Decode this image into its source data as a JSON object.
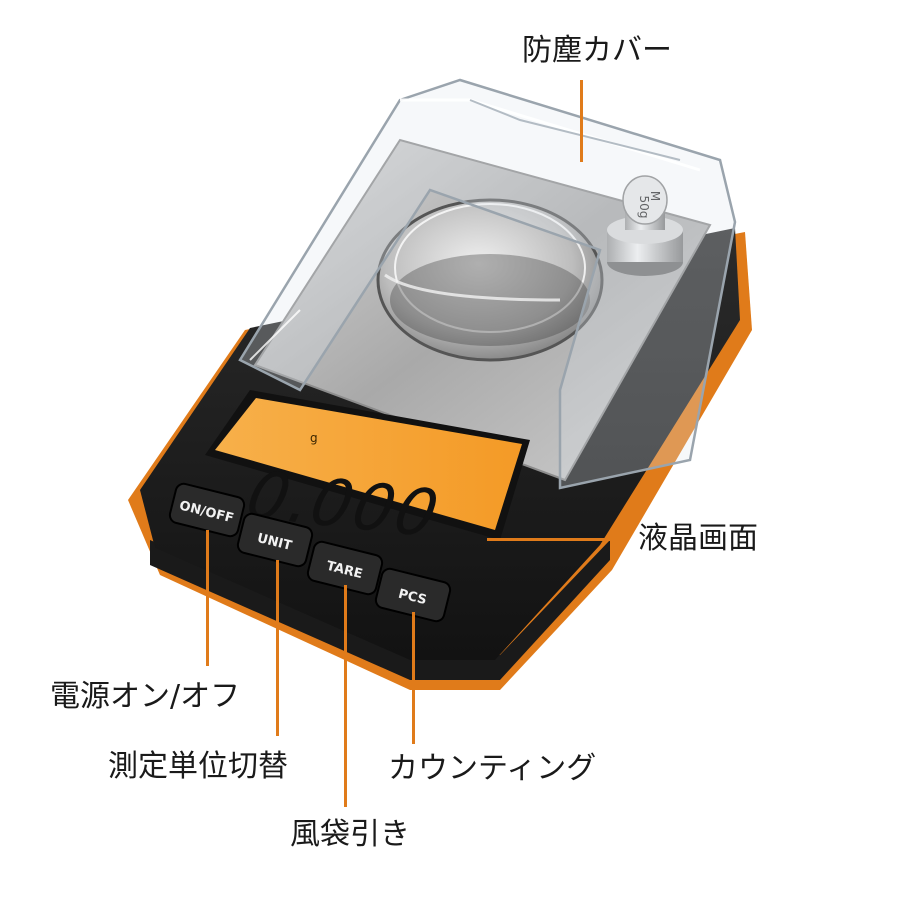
{
  "display": {
    "unit": "g",
    "reading": "0.000"
  },
  "buttons": [
    {
      "id": "onoff",
      "label": "ON/OFF"
    },
    {
      "id": "unit",
      "label": "UNIT"
    },
    {
      "id": "tare",
      "label": "TARE"
    },
    {
      "id": "pcs",
      "label": "PCS"
    }
  ],
  "weight": {
    "marking_line1": "M",
    "marking_line2": "50g"
  },
  "callouts": {
    "dust_cover": "防塵カバー",
    "lcd": "液晶画面",
    "power": "電源オン/オフ",
    "unit_switch": "測定単位切替",
    "tare": "風袋引き",
    "counting": "カウンティング"
  },
  "colors": {
    "accent": "#e07b1a",
    "lcd": "#f5a030",
    "body": "#1e1e1e",
    "tray": "#b8b8b8"
  }
}
